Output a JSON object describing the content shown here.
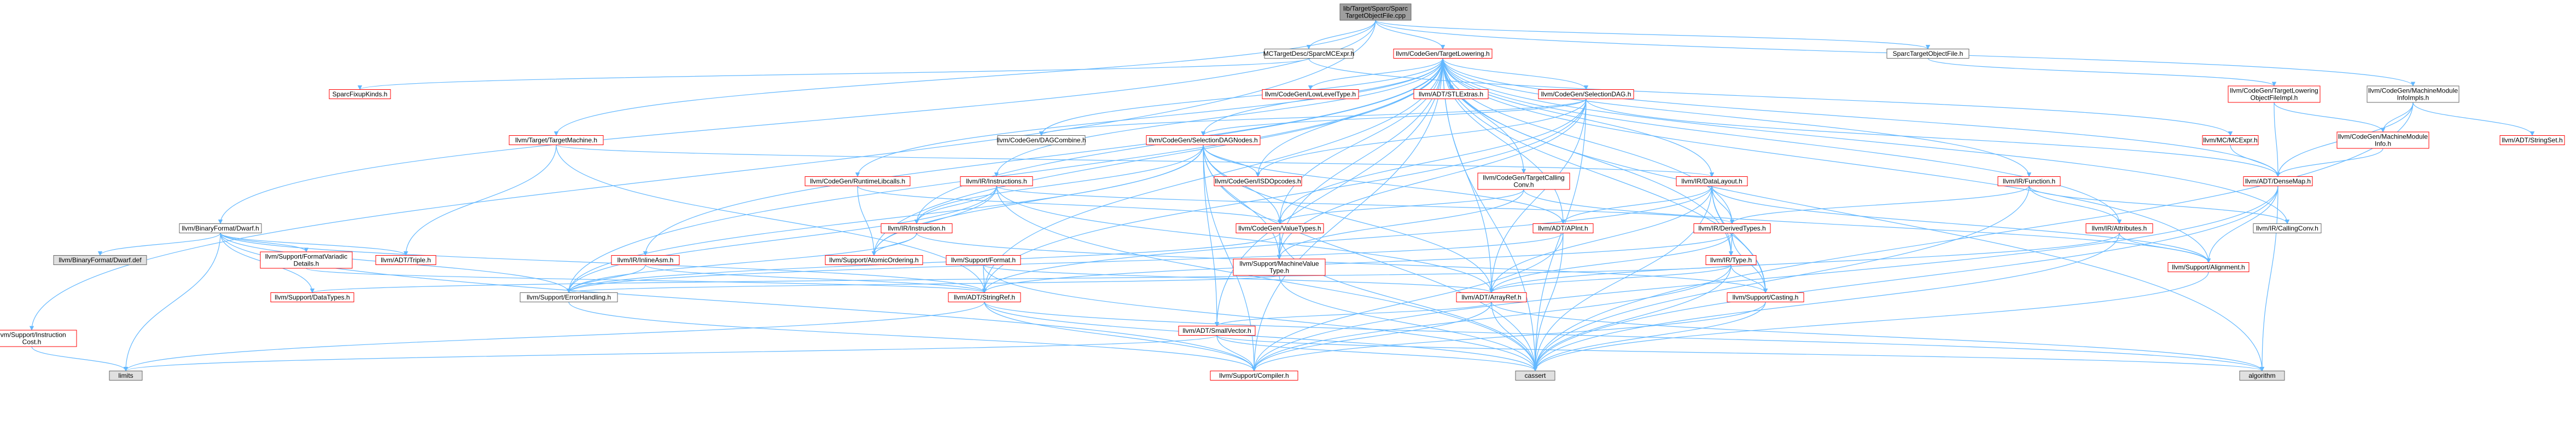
{
  "colors": {
    "root_fill": "#9f9f9f",
    "root_border": "#666666",
    "normal_border": "#666666",
    "red_border": "#ff0000",
    "gray_fill": "#e0e0e0",
    "box_fill": "#ffffff",
    "edge": "#63b8ff"
  },
  "nodes": [
    {
      "id": "root",
      "label": "lib/Target/Sparc/Sparc TargetObjectFile.cpp",
      "lines": [
        "lib/Target/Sparc/Sparc",
        "TargetObjectFile.cpp"
      ],
      "style": "root"
    },
    {
      "id": "mctarget",
      "label": "MCTargetDesc/SparcMCExpr.h",
      "style": "normal"
    },
    {
      "id": "tlowering",
      "label": "llvm/CodeGen/TargetLowering.h",
      "style": "red"
    },
    {
      "id": "sparcobj",
      "label": "SparcTargetObjectFile.h",
      "style": "normal"
    },
    {
      "id": "fixup",
      "label": "SparcFixupKinds.h",
      "style": "red"
    },
    {
      "id": "lowlevel",
      "label": "llvm/CodeGen/LowLevelType.h",
      "style": "red"
    },
    {
      "id": "stlextras",
      "label": "llvm/ADT/STLExtras.h",
      "style": "red"
    },
    {
      "id": "seldag",
      "label": "llvm/CodeGen/SelectionDAG.h",
      "style": "red"
    },
    {
      "id": "tlomap",
      "label": "llvm/CodeGen/TargetLowering ObjectFileImpl.h",
      "lines": [
        "llvm/CodeGen/TargetLowering",
        "ObjectFileImpl.h"
      ],
      "style": "red"
    },
    {
      "id": "mmiimpls",
      "label": "llvm/CodeGen/MachineModule InfoImpls.h",
      "lines": [
        "llvm/CodeGen/MachineModule",
        "InfoImpls.h"
      ],
      "style": "normal"
    },
    {
      "id": "dwarf",
      "label": "llvm/BinaryFormat/Dwarf.h",
      "style": "normal"
    },
    {
      "id": "targetmachine",
      "label": "llvm/Target/TargetMachine.h",
      "style": "red"
    },
    {
      "id": "dagcombine",
      "label": "llvm/CodeGen/DAGCombine.h",
      "style": "normal"
    },
    {
      "id": "seldagnodes",
      "label": "llvm/CodeGen/SelectionDAGNodes.h",
      "style": "red"
    },
    {
      "id": "mcexpr",
      "label": "llvm/MC/MCExpr.h",
      "style": "red"
    },
    {
      "id": "mmiinfo",
      "label": "llvm/CodeGen/MachineModule Info.h",
      "lines": [
        "llvm/CodeGen/MachineModule",
        "Info.h"
      ],
      "style": "red"
    },
    {
      "id": "stringset",
      "label": "llvm/ADT/StringSet.h",
      "style": "red"
    },
    {
      "id": "runtimelibcalls",
      "label": "llvm/CodeGen/RuntimeLibcalls.h",
      "style": "red"
    },
    {
      "id": "instructions",
      "label": "llvm/IR/Instructions.h",
      "style": "red"
    },
    {
      "id": "isdopcodes",
      "label": "llvm/CodeGen/ISDOpcodes.h",
      "style": "red"
    },
    {
      "id": "tcallingconv",
      "label": "llvm/CodeGen/TargetCalling Conv.h",
      "lines": [
        "llvm/CodeGen/TargetCalling",
        "Conv.h"
      ],
      "style": "red"
    },
    {
      "id": "datalayout",
      "label": "llvm/IR/DataLayout.h",
      "style": "red"
    },
    {
      "id": "function",
      "label": "llvm/IR/Function.h",
      "style": "red"
    },
    {
      "id": "densemap",
      "label": "llvm/ADT/DenseMap.h",
      "style": "red"
    },
    {
      "id": "dwarfdef",
      "label": "llvm/BinaryFormat/Dwarf.def",
      "style": "gray"
    },
    {
      "id": "formatvariadic",
      "label": "llvm/Support/FormatVariadic Details.h",
      "lines": [
        "llvm/Support/FormatVariadic",
        "Details.h"
      ],
      "style": "red"
    },
    {
      "id": "triple",
      "label": "llvm/ADT/Triple.h",
      "style": "red"
    },
    {
      "id": "instruction",
      "label": "llvm/IR/Instruction.h",
      "style": "red"
    },
    {
      "id": "valuetypes",
      "label": "llvm/CodeGen/ValueTypes.h",
      "style": "red"
    },
    {
      "id": "apint",
      "label": "llvm/ADT/APInt.h",
      "style": "red"
    },
    {
      "id": "derivedtypes",
      "label": "llvm/IR/DerivedTypes.h",
      "style": "red"
    },
    {
      "id": "attributes",
      "label": "llvm/IR/Attributes.h",
      "style": "red"
    },
    {
      "id": "callingconv",
      "label": "llvm/IR/CallingConv.h",
      "style": "normal"
    },
    {
      "id": "inlineasm",
      "label": "llvm/IR/InlineAsm.h",
      "style": "red"
    },
    {
      "id": "atomicordering",
      "label": "llvm/Support/AtomicOrdering.h",
      "style": "red"
    },
    {
      "id": "format",
      "label": "llvm/Support/Format.h",
      "style": "red"
    },
    {
      "id": "machinevaluetype",
      "label": "llvm/Support/MachineValue Type.h",
      "lines": [
        "llvm/Support/MachineValue",
        "Type.h"
      ],
      "style": "red"
    },
    {
      "id": "type",
      "label": "llvm/IR/Type.h",
      "style": "red"
    },
    {
      "id": "alignment",
      "label": "llvm/Support/Alignment.h",
      "style": "red"
    },
    {
      "id": "datatypes",
      "label": "llvm/Support/DataTypes.h",
      "style": "red"
    },
    {
      "id": "errorhandling",
      "label": "llvm/Support/ErrorHandling.h",
      "style": "normal"
    },
    {
      "id": "stringref",
      "label": "llvm/ADT/StringRef.h",
      "style": "red"
    },
    {
      "id": "arrayref",
      "label": "llvm/ADT/ArrayRef.h",
      "style": "red"
    },
    {
      "id": "casting",
      "label": "llvm/Support/Casting.h",
      "style": "red"
    },
    {
      "id": "instrcost",
      "label": "llvm/Support/Instruction Cost.h",
      "lines": [
        "llvm/Support/Instruction",
        "Cost.h"
      ],
      "style": "red"
    },
    {
      "id": "smallvector",
      "label": "llvm/ADT/SmallVector.h",
      "style": "red"
    },
    {
      "id": "limits",
      "label": "limits",
      "style": "gray"
    },
    {
      "id": "compiler",
      "label": "llvm/Support/Compiler.h",
      "style": "red"
    },
    {
      "id": "cassert",
      "label": "cassert",
      "style": "gray"
    },
    {
      "id": "algorithm",
      "label": "algorithm",
      "style": "gray"
    }
  ],
  "edges": [
    [
      "root",
      "mctarget"
    ],
    [
      "root",
      "tlowering"
    ],
    [
      "root",
      "sparcobj"
    ],
    [
      "root",
      "dwarf"
    ],
    [
      "root",
      "targetmachine"
    ],
    [
      "root",
      "mmiimpls"
    ],
    [
      "root",
      "instrcost"
    ],
    [
      "mctarget",
      "fixup"
    ],
    [
      "mctarget",
      "mcexpr"
    ],
    [
      "sparcobj",
      "tlomap"
    ],
    [
      "tlowering",
      "lowlevel"
    ],
    [
      "tlowering",
      "stlextras"
    ],
    [
      "tlowering",
      "seldag"
    ],
    [
      "tlowering",
      "dagcombine"
    ],
    [
      "tlowering",
      "seldagnodes"
    ],
    [
      "tlowering",
      "runtimelibcalls"
    ],
    [
      "tlowering",
      "instructions"
    ],
    [
      "tlowering",
      "isdopcodes"
    ],
    [
      "tlowering",
      "tcallingconv"
    ],
    [
      "tlowering",
      "datalayout"
    ],
    [
      "tlowering",
      "function"
    ],
    [
      "tlowering",
      "densemap"
    ],
    [
      "tlowering",
      "valuetypes"
    ],
    [
      "tlowering",
      "derivedtypes"
    ],
    [
      "tlowering",
      "attributes"
    ],
    [
      "tlowering",
      "callingconv"
    ],
    [
      "tlowering",
      "inlineasm"
    ],
    [
      "tlowering",
      "atomicordering"
    ],
    [
      "tlowering",
      "machinevaluetype"
    ],
    [
      "tlowering",
      "type"
    ],
    [
      "tlowering",
      "alignment"
    ],
    [
      "tlowering",
      "errorhandling"
    ],
    [
      "tlowering",
      "stringref"
    ],
    [
      "tlowering",
      "arrayref"
    ],
    [
      "tlowering",
      "casting"
    ],
    [
      "tlowering",
      "smallvector"
    ],
    [
      "tlowering",
      "compiler"
    ],
    [
      "tlowering",
      "cassert"
    ],
    [
      "tlowering",
      "algorithm"
    ],
    [
      "tlowering",
      "instruction"
    ],
    [
      "tlowering",
      "apint"
    ],
    [
      "seldag",
      "dagcombine"
    ],
    [
      "seldag",
      "seldagnodes"
    ],
    [
      "seldag",
      "isdopcodes"
    ],
    [
      "seldag",
      "valuetypes"
    ],
    [
      "seldag",
      "machinevaluetype"
    ],
    [
      "seldag",
      "densemap"
    ],
    [
      "seldag",
      "stringref"
    ],
    [
      "seldag",
      "arrayref"
    ],
    [
      "seldag",
      "cassert"
    ],
    [
      "tlomap",
      "mmiinfo"
    ],
    [
      "tlomap",
      "densemap"
    ],
    [
      "mmiimpls",
      "densemap"
    ],
    [
      "mmiimpls",
      "stringset"
    ],
    [
      "mmiimpls",
      "mmiinfo"
    ],
    [
      "mmiimpls",
      "cassert"
    ],
    [
      "dwarf",
      "dwarfdef"
    ],
    [
      "dwarf",
      "formatvariadic"
    ],
    [
      "dwarf",
      "triple"
    ],
    [
      "dwarf",
      "errorhandling"
    ],
    [
      "dwarf",
      "datatypes"
    ],
    [
      "dwarf",
      "stringref"
    ],
    [
      "dwarf",
      "limits"
    ],
    [
      "dwarf",
      "compiler"
    ],
    [
      "targetmachine",
      "triple"
    ],
    [
      "targetmachine",
      "stringref"
    ],
    [
      "targetmachine",
      "datalayout"
    ],
    [
      "seldagnodes",
      "isdopcodes"
    ],
    [
      "seldagnodes",
      "valuetypes"
    ],
    [
      "seldagnodes",
      "instruction"
    ],
    [
      "seldagnodes",
      "atomicordering"
    ],
    [
      "seldagnodes",
      "machinevaluetype"
    ],
    [
      "seldagnodes",
      "apint"
    ],
    [
      "seldagnodes",
      "arrayref"
    ],
    [
      "seldagnodes",
      "smallvector"
    ],
    [
      "seldagnodes",
      "compiler"
    ],
    [
      "seldagnodes",
      "cassert"
    ],
    [
      "seldagnodes",
      "errorhandling"
    ],
    [
      "mcexpr",
      "densemap"
    ],
    [
      "mmiinfo",
      "densemap"
    ],
    [
      "runtimelibcalls",
      "valuetypes"
    ],
    [
      "runtimelibcalls",
      "atomicordering"
    ],
    [
      "instructions",
      "instruction"
    ],
    [
      "instructions",
      "derivedtypes"
    ],
    [
      "instructions",
      "atomicordering"
    ],
    [
      "instructions",
      "arrayref"
    ],
    [
      "instructions",
      "errorhandling"
    ],
    [
      "instructions",
      "cassert"
    ],
    [
      "tcallingconv",
      "valuetypes"
    ],
    [
      "tcallingconv",
      "machinevaluetype"
    ],
    [
      "tcallingconv",
      "alignment"
    ],
    [
      "datalayout",
      "apint"
    ],
    [
      "datalayout",
      "derivedtypes"
    ],
    [
      "datalayout",
      "type"
    ],
    [
      "datalayout",
      "alignment"
    ],
    [
      "datalayout",
      "stringref"
    ],
    [
      "datalayout",
      "arrayref"
    ],
    [
      "datalayout",
      "casting"
    ],
    [
      "datalayout",
      "cassert"
    ],
    [
      "function",
      "derivedtypes"
    ],
    [
      "function",
      "attributes"
    ],
    [
      "function",
      "callingconv"
    ],
    [
      "function",
      "cassert"
    ],
    [
      "densemap",
      "alignment"
    ],
    [
      "densemap",
      "compiler"
    ],
    [
      "densemap",
      "algorithm"
    ],
    [
      "densemap",
      "cassert"
    ],
    [
      "formatvariadic",
      "stringref"
    ],
    [
      "instruction",
      "atomicordering"
    ],
    [
      "instruction",
      "errorhandling"
    ],
    [
      "instruction",
      "casting"
    ],
    [
      "valuetypes",
      "machinevaluetype"
    ],
    [
      "valuetypes",
      "errorhandling"
    ],
    [
      "valuetypes",
      "cassert"
    ],
    [
      "apint",
      "compiler"
    ],
    [
      "apint",
      "errorhandling"
    ],
    [
      "apint",
      "cassert"
    ],
    [
      "derivedtypes",
      "type"
    ],
    [
      "derivedtypes",
      "arrayref"
    ],
    [
      "derivedtypes",
      "stringref"
    ],
    [
      "derivedtypes",
      "casting"
    ],
    [
      "attributes",
      "alignment"
    ],
    [
      "attributes",
      "arrayref"
    ],
    [
      "attributes",
      "cassert"
    ],
    [
      "inlineasm",
      "stringref"
    ],
    [
      "inlineasm",
      "errorhandling"
    ],
    [
      "format",
      "stringref"
    ],
    [
      "format",
      "arrayref"
    ],
    [
      "format",
      "cassert"
    ],
    [
      "machinevaluetype",
      "errorhandling"
    ],
    [
      "machinevaluetype",
      "cassert"
    ],
    [
      "type",
      "casting"
    ],
    [
      "type",
      "datatypes"
    ],
    [
      "type",
      "arrayref"
    ],
    [
      "type",
      "compiler"
    ],
    [
      "type",
      "cassert"
    ],
    [
      "alignment",
      "cassert"
    ],
    [
      "stringref",
      "compiler"
    ],
    [
      "stringref",
      "limits"
    ],
    [
      "stringref",
      "cassert"
    ],
    [
      "stringref",
      "algorithm"
    ],
    [
      "arrayref",
      "smallvector"
    ],
    [
      "arrayref",
      "compiler"
    ],
    [
      "arrayref",
      "cassert"
    ],
    [
      "arrayref",
      "algorithm"
    ],
    [
      "casting",
      "compiler"
    ],
    [
      "casting",
      "cassert"
    ],
    [
      "instrcost",
      "limits"
    ],
    [
      "smallvector",
      "compiler"
    ],
    [
      "smallvector",
      "cassert"
    ],
    [
      "smallvector",
      "algorithm"
    ],
    [
      "smallvector",
      "limits"
    ],
    [
      "errorhandling",
      "compiler"
    ]
  ]
}
